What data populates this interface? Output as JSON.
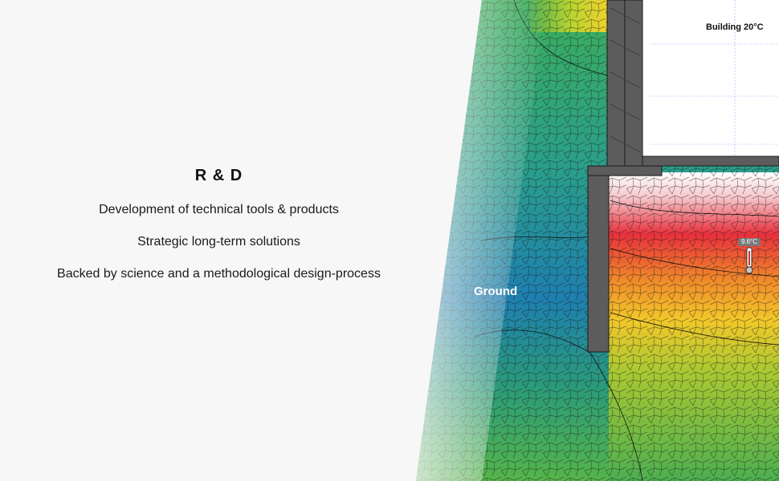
{
  "section": {
    "heading": "R & D",
    "lines": [
      "Development of technical tools & products",
      "Strategic long-term solutions",
      "Backed by science and a methodological design-process"
    ]
  },
  "simulation": {
    "ground_label": "Ground",
    "building_label": "Building 20°C",
    "sensor_value": "9.6°C"
  },
  "colors": {
    "background": "#f7f7f7",
    "wall": "#5c5c5c"
  }
}
